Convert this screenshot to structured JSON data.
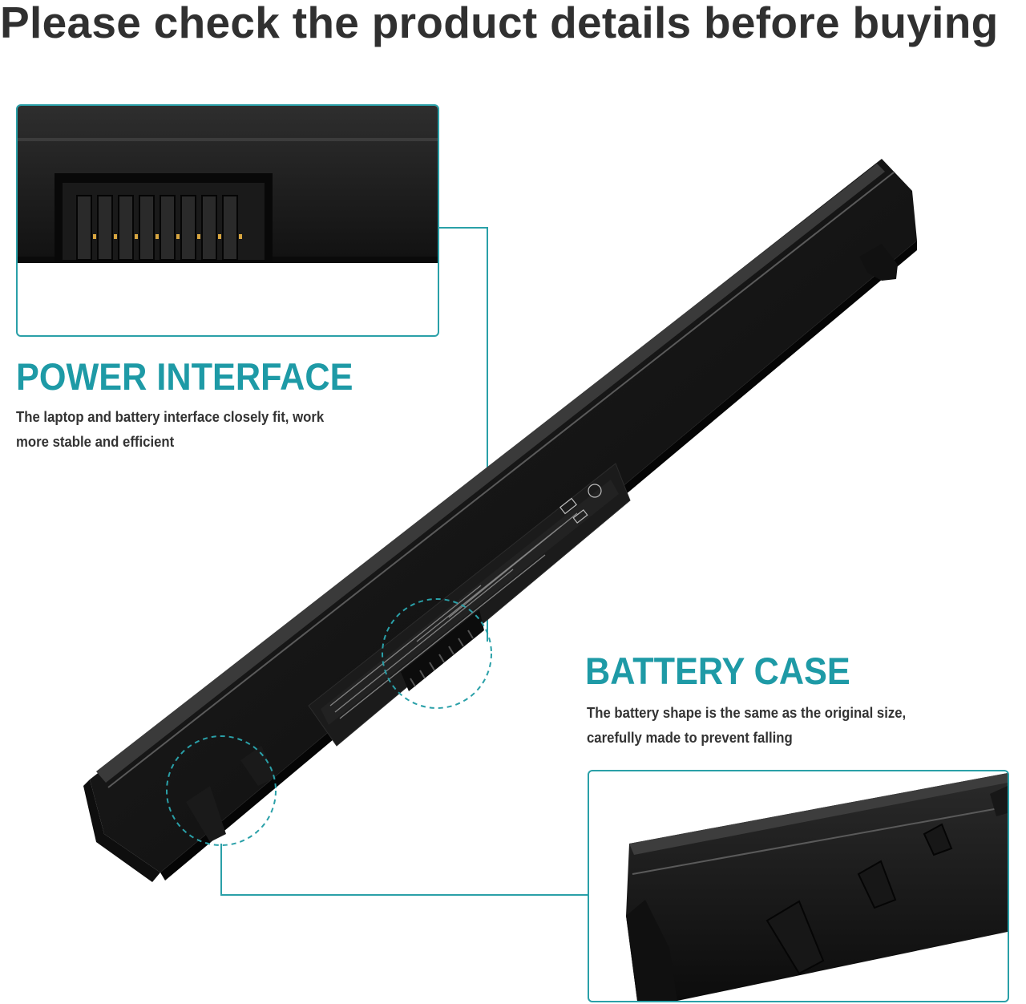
{
  "headline": "Please check the product details before buying",
  "features": {
    "power_interface": {
      "title": "POWER INTERFACE",
      "desc_line1": "The laptop and battery interface closely fit, work",
      "desc_line2": "more stable and efficient"
    },
    "battery_case": {
      "title": "BATTERY CASE",
      "desc_line1": "The battery shape is the same as the original size,",
      "desc_line2": "carefully made to prevent falling"
    }
  },
  "colors": {
    "accent": "#1e9aa6",
    "text": "#333333",
    "battery": "#141414"
  }
}
